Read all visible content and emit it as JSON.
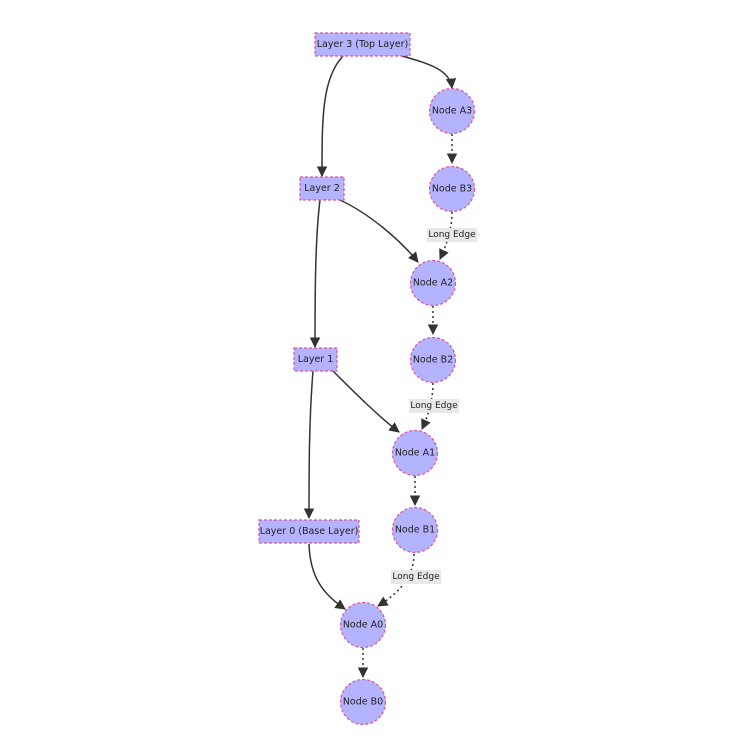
{
  "diagram": {
    "layers": {
      "l3": "Layer 3 (Top Layer)",
      "l2": "Layer 2",
      "l1": "Layer 1",
      "l0": "Layer 0 (Base Layer)"
    },
    "nodes": {
      "a3": "Node A3",
      "b3": "Node B3",
      "a2": "Node A2",
      "b2": "Node B2",
      "a1": "Node A1",
      "b1": "Node B1",
      "a0": "Node A0",
      "b0": "Node B0"
    },
    "edge_labels": {
      "b3_a2": "Long Edge",
      "b2_a1": "Long Edge",
      "b1_a0": "Long Edge"
    },
    "colors": {
      "node_fill": "#b3b3ff",
      "node_border": "#e0529c",
      "edge": "#333333",
      "edge_label_bg": "#e8e8e8"
    }
  }
}
